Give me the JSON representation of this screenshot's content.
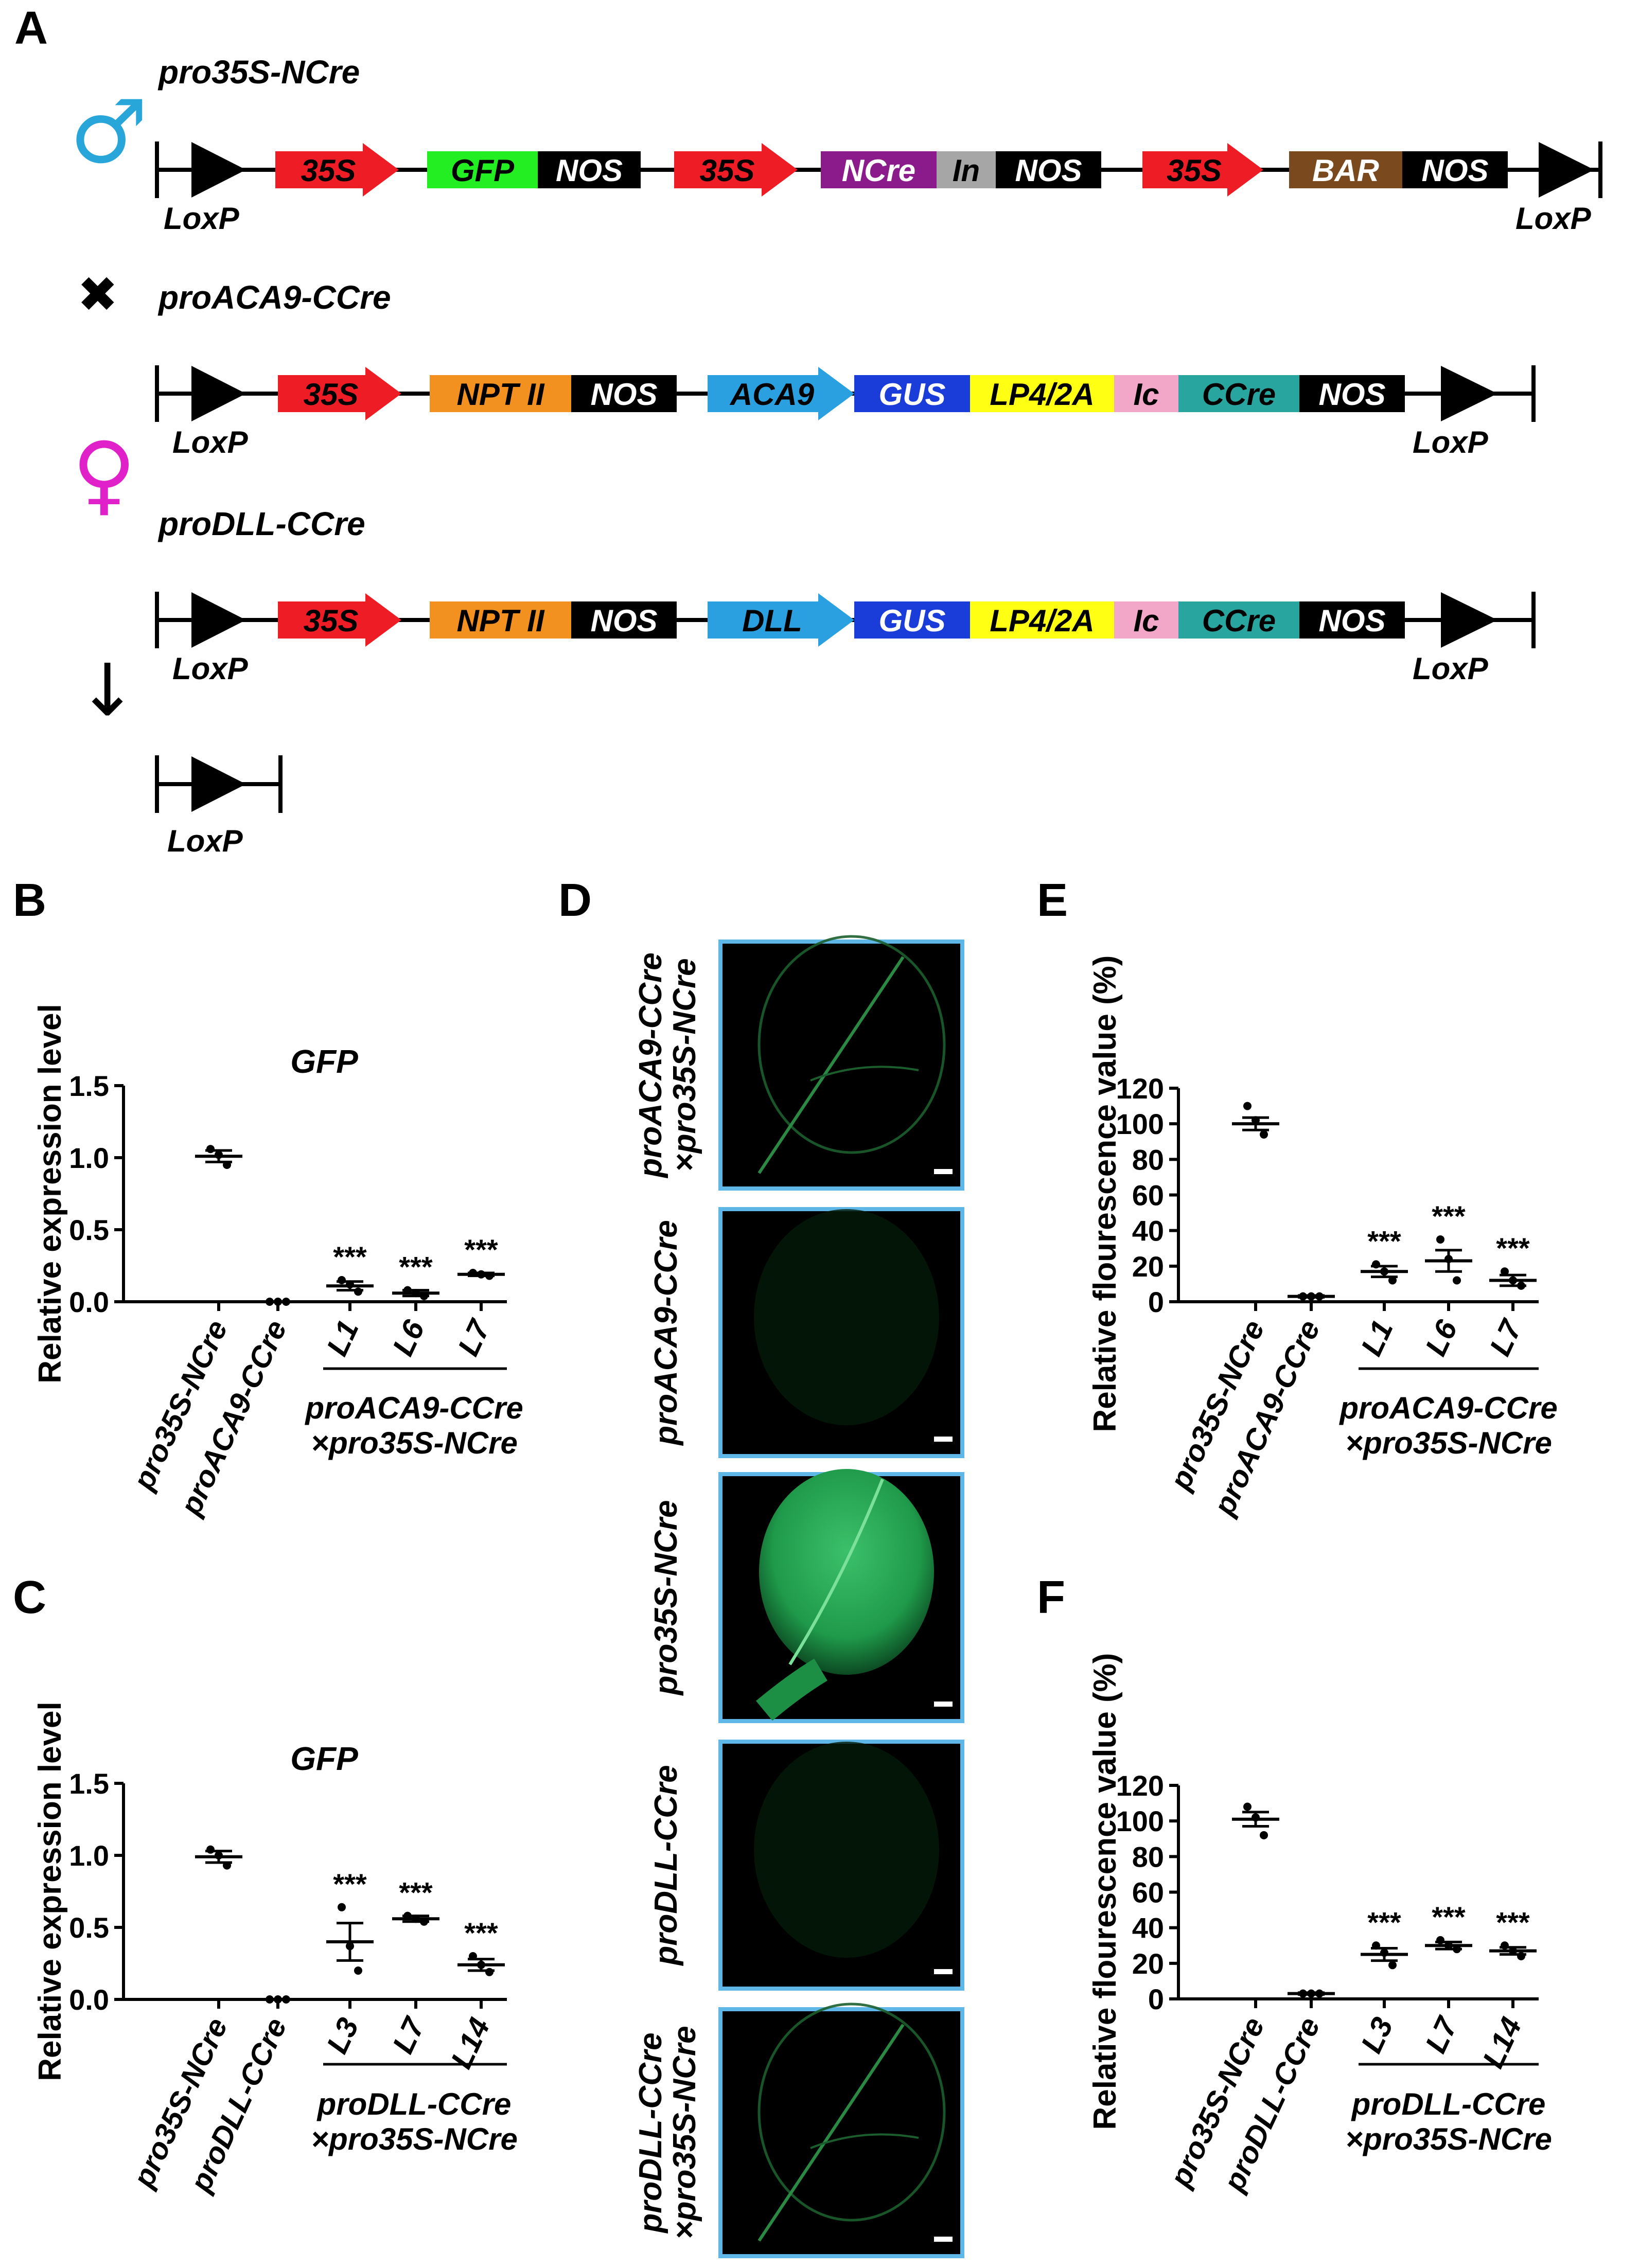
{
  "panel_letters": {
    "a": "A",
    "b": "B",
    "c": "C",
    "d": "D",
    "e": "E",
    "f": "F"
  },
  "symbols": {
    "male": "♂",
    "cross": "✖",
    "female": "♀",
    "arrow": "↓"
  },
  "colors": {
    "red": "#ee1c24",
    "green": "#22ee22",
    "black": "#000000",
    "purple": "#8b1a8b",
    "gray": "#a6a6a6",
    "brown": "#7a4a1e",
    "orange": "#f29120",
    "blue": "#1a3cd9",
    "yellow": "#ffff14",
    "pink": "#f2a6c8",
    "teal": "#29a59f",
    "lightblue": "#2aa0e0",
    "male_symbol": "#29a6d9",
    "female_symbol": "#e020c8",
    "image_frame": "#5fb7e8"
  },
  "constructs": {
    "c1": {
      "title": "pro35S-NCre",
      "loxp_left": "LoxP",
      "loxp_right": "LoxP",
      "blocks": [
        {
          "label": "35S",
          "fill": "#ee1c24",
          "text": "#000000",
          "shape": "arrow"
        },
        {
          "label": "GFP",
          "fill": "#22ee22",
          "text": "#000000",
          "shape": "box"
        },
        {
          "label": "NOS",
          "fill": "#000000",
          "text": "#ffffff",
          "shape": "box"
        },
        {
          "label": "35S",
          "fill": "#ee1c24",
          "text": "#000000",
          "shape": "arrow"
        },
        {
          "label": "NCre",
          "fill": "#8b1a8b",
          "text": "#ffffff",
          "shape": "box"
        },
        {
          "label": "In",
          "fill": "#a6a6a6",
          "text": "#000000",
          "shape": "box"
        },
        {
          "label": "NOS",
          "fill": "#000000",
          "text": "#ffffff",
          "shape": "box"
        },
        {
          "label": "35S",
          "fill": "#ee1c24",
          "text": "#000000",
          "shape": "arrow"
        },
        {
          "label": "BAR",
          "fill": "#7a4a1e",
          "text": "#ffffff",
          "shape": "box"
        },
        {
          "label": "NOS",
          "fill": "#000000",
          "text": "#ffffff",
          "shape": "box"
        }
      ]
    },
    "c2": {
      "title": "proACA9-CCre",
      "loxp_left": "LoxP",
      "loxp_right": "LoxP",
      "blocks": [
        {
          "label": "35S",
          "fill": "#ee1c24",
          "text": "#000000",
          "shape": "arrow"
        },
        {
          "label": "NPT II",
          "fill": "#f29120",
          "text": "#000000",
          "shape": "box"
        },
        {
          "label": "NOS",
          "fill": "#000000",
          "text": "#ffffff",
          "shape": "box"
        },
        {
          "label": "ACA9",
          "fill": "#2aa0e0",
          "text": "#000000",
          "shape": "arrow"
        },
        {
          "label": "GUS",
          "fill": "#1a3cd9",
          "text": "#ffffff",
          "shape": "box"
        },
        {
          "label": "LP4/2A",
          "fill": "#ffff14",
          "text": "#000000",
          "shape": "box"
        },
        {
          "label": "Ic",
          "fill": "#f2a6c8",
          "text": "#000000",
          "shape": "box"
        },
        {
          "label": "CCre",
          "fill": "#29a59f",
          "text": "#000000",
          "shape": "box"
        },
        {
          "label": "NOS",
          "fill": "#000000",
          "text": "#ffffff",
          "shape": "box"
        }
      ]
    },
    "c3": {
      "title": "proDLL-CCre",
      "loxp_left": "LoxP",
      "loxp_right": "LoxP",
      "blocks": [
        {
          "label": "35S",
          "fill": "#ee1c24",
          "text": "#000000",
          "shape": "arrow"
        },
        {
          "label": "NPT II",
          "fill": "#f29120",
          "text": "#000000",
          "shape": "box"
        },
        {
          "label": "NOS",
          "fill": "#000000",
          "text": "#ffffff",
          "shape": "box"
        },
        {
          "label": "DLL",
          "fill": "#2aa0e0",
          "text": "#000000",
          "shape": "arrow"
        },
        {
          "label": "GUS",
          "fill": "#1a3cd9",
          "text": "#ffffff",
          "shape": "box"
        },
        {
          "label": "LP4/2A",
          "fill": "#ffff14",
          "text": "#000000",
          "shape": "box"
        },
        {
          "label": "Ic",
          "fill": "#f2a6c8",
          "text": "#000000",
          "shape": "box"
        },
        {
          "label": "CCre",
          "fill": "#29a59f",
          "text": "#000000",
          "shape": "box"
        },
        {
          "label": "NOS",
          "fill": "#000000",
          "text": "#ffffff",
          "shape": "box"
        }
      ]
    },
    "result": {
      "loxp": "LoxP"
    }
  },
  "images": {
    "labels": [
      "proACA9-CCre ×pro35S-NCre",
      "proACA9-CCre",
      "pro35S-NCre",
      "proDLL-CCre",
      "proDLL-CCre ×pro35S-NCre"
    ],
    "label_lines": [
      [
        "proACA9-CCre",
        "×pro35S-NCre"
      ],
      [
        "proACA9-CCre"
      ],
      [
        "pro35S-NCre"
      ],
      [
        "proDLL-CCre"
      ],
      [
        "proDLL-CCre",
        "×pro35S-NCre"
      ]
    ],
    "fluorescence_level": [
      0.35,
      0.05,
      1.0,
      0.05,
      0.3
    ]
  },
  "chart_data": [
    {
      "panel": "B",
      "type": "scatter",
      "title": "GFP",
      "ylabel": "Relative expression level",
      "ylim": [
        0,
        1.5
      ],
      "yticks": [
        "0.0",
        "0.5",
        "1.0",
        "1.5"
      ],
      "ytick_values": [
        0,
        0.5,
        1.0,
        1.5
      ],
      "categories": [
        "pro35S-NCre",
        "proACA9-CCre",
        "L1",
        "L6",
        "L7"
      ],
      "group_label": [
        "proACA9-CCre",
        "×pro35S-NCre"
      ],
      "means": [
        1.01,
        0.0,
        0.11,
        0.06,
        0.19
      ],
      "sems": [
        0.04,
        0.0,
        0.03,
        0.02,
        0.01
      ],
      "points": [
        [
          1.06,
          1.02,
          0.95
        ],
        [
          0.0,
          0.0,
          0.0
        ],
        [
          0.15,
          0.12,
          0.07
        ],
        [
          0.08,
          0.06,
          0.04
        ],
        [
          0.2,
          0.19,
          0.18
        ]
      ],
      "significance": [
        "",
        "",
        "***",
        "***",
        "***"
      ]
    },
    {
      "panel": "C",
      "type": "scatter",
      "title": "GFP",
      "ylabel": "Relative expression level",
      "ylim": [
        0,
        1.5
      ],
      "yticks": [
        "0.0",
        "0.5",
        "1.0",
        "1.5"
      ],
      "ytick_values": [
        0,
        0.5,
        1.0,
        1.5
      ],
      "categories": [
        "pro35S-NCre",
        "proDLL-CCre",
        "L3",
        "L7",
        "L14"
      ],
      "group_label": [
        "proDLL-CCre",
        "×pro35S-NCre"
      ],
      "means": [
        0.99,
        0.0,
        0.4,
        0.56,
        0.24
      ],
      "sems": [
        0.04,
        0.0,
        0.13,
        0.02,
        0.04
      ],
      "points": [
        [
          1.04,
          1.0,
          0.93
        ],
        [
          0.0,
          0.0,
          0.0
        ],
        [
          0.64,
          0.37,
          0.2
        ],
        [
          0.58,
          0.56,
          0.54
        ],
        [
          0.3,
          0.24,
          0.19
        ]
      ],
      "significance": [
        "",
        "",
        "***",
        "***",
        "***"
      ]
    },
    {
      "panel": "E",
      "type": "scatter",
      "ylabel": "Relative flourescence value (%)",
      "ylim": [
        0,
        120
      ],
      "yticks": [
        "0",
        "20",
        "40",
        "60",
        "80",
        "100",
        "120"
      ],
      "ytick_values": [
        0,
        20,
        40,
        60,
        80,
        100,
        120
      ],
      "categories": [
        "pro35S-NCre",
        "proACA9-CCre",
        "L1",
        "L6",
        "L7"
      ],
      "group_label": [
        "proACA9-CCre",
        "×pro35S-NCre"
      ],
      "means": [
        100,
        3,
        17,
        23,
        12
      ],
      "sems": [
        3.5,
        0.5,
        3,
        6,
        3
      ],
      "points": [
        [
          110,
          102,
          94
        ],
        [
          3,
          3,
          3
        ],
        [
          21,
          17,
          12
        ],
        [
          35,
          24,
          12
        ],
        [
          17,
          12,
          9
        ]
      ],
      "significance": [
        "",
        "",
        "***",
        "***",
        "***"
      ]
    },
    {
      "panel": "F",
      "type": "scatter",
      "ylabel": "Relative flourescence value (%)",
      "ylim": [
        0,
        120
      ],
      "yticks": [
        "0",
        "20",
        "40",
        "60",
        "80",
        "100",
        "120"
      ],
      "ytick_values": [
        0,
        20,
        40,
        60,
        80,
        100,
        120
      ],
      "categories": [
        "pro35S-NCre",
        "proDLL-CCre",
        "L3",
        "L7",
        "L14"
      ],
      "group_label": [
        "proDLL-CCre",
        "×pro35S-NCre"
      ],
      "means": [
        101,
        3,
        25,
        30,
        27
      ],
      "sems": [
        4,
        0.5,
        3.5,
        2,
        2
      ],
      "points": [
        [
          108,
          102,
          92
        ],
        [
          3,
          3,
          3
        ],
        [
          30,
          26,
          19
        ],
        [
          33,
          30,
          28
        ],
        [
          30,
          27,
          24
        ]
      ],
      "significance": [
        "",
        "",
        "***",
        "***",
        "***"
      ]
    }
  ]
}
